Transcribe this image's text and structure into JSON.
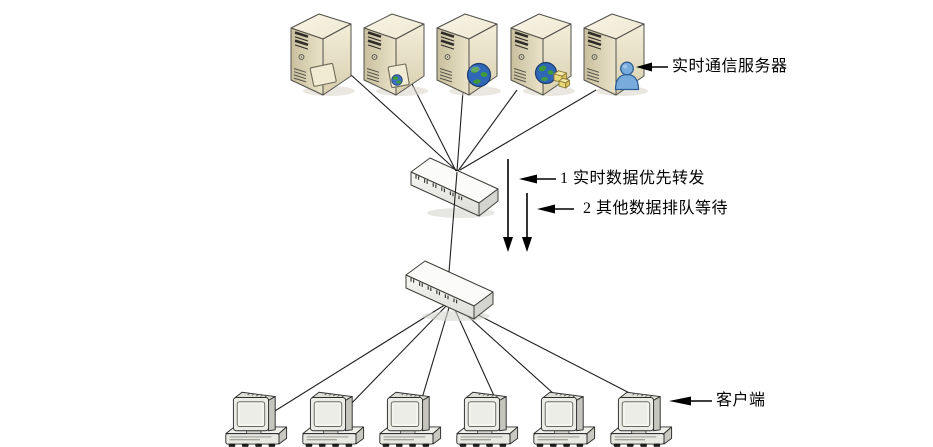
{
  "diagram": {
    "type": "network-topology",
    "labels": {
      "realtime_server": "实时通信服务器",
      "client": "客户端",
      "flow_priority": "1 实时数据优先转发",
      "flow_queue": "2 其他数据排队等待"
    },
    "nodes": {
      "servers": [
        {
          "id": "server-1",
          "badge": "document-card"
        },
        {
          "id": "server-2",
          "badge": "document-card-globe"
        },
        {
          "id": "server-3",
          "badge": "globe"
        },
        {
          "id": "server-4",
          "badge": "globe-package"
        },
        {
          "id": "server-5",
          "badge": "user"
        }
      ],
      "switches": [
        {
          "id": "switch-upper",
          "connects": "servers"
        },
        {
          "id": "switch-lower",
          "connects": "clients"
        }
      ],
      "clients": [
        {
          "id": "client-1"
        },
        {
          "id": "client-2"
        },
        {
          "id": "client-3"
        },
        {
          "id": "client-4"
        },
        {
          "id": "client-5"
        },
        {
          "id": "client-6"
        }
      ]
    },
    "colors": {
      "background": "#ffffff",
      "server_body": "#e7dfc4",
      "server_top": "#f7f3e3",
      "switch_body": "#f4f4f4",
      "computer_body": "#ecece8",
      "line": "#1f1f1f",
      "arrow": "#000000",
      "globe_blue": "#2f66b8",
      "globe_green": "#3f9a3a",
      "user_blue": "#79abdd",
      "package_yellow": "#e8d87c",
      "text": "#000000"
    }
  }
}
